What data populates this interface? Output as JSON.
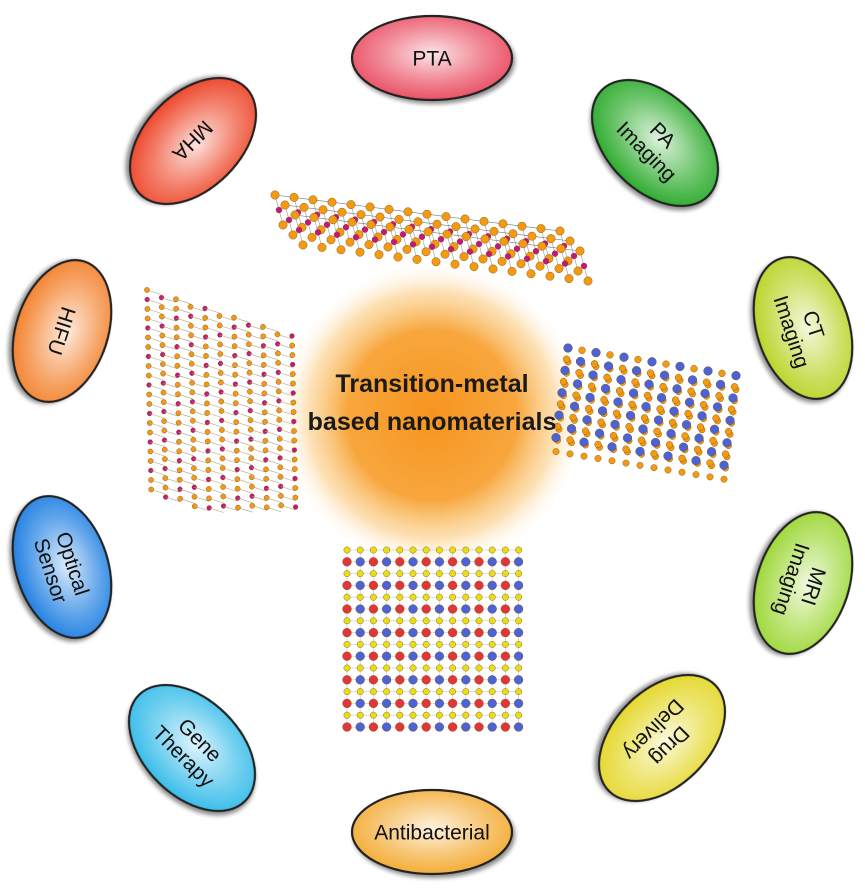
{
  "center": {
    "line1": "Transition-metal",
    "line2": "based nanomaterials"
  },
  "applications": [
    {
      "id": "pta",
      "lines": [
        "PTA"
      ],
      "color": "#e8455a"
    },
    {
      "id": "pa-imaging",
      "lines": [
        "PA",
        "Imaging"
      ],
      "color": "#1fa51f"
    },
    {
      "id": "ct-imaging",
      "lines": [
        "CT",
        "Imaging"
      ],
      "color": "#b7d11b"
    },
    {
      "id": "mri-imaging",
      "lines": [
        "MRI",
        "Imaging"
      ],
      "color": "#98d52c"
    },
    {
      "id": "drug-delivery",
      "lines": [
        "Drug",
        "Delivery"
      ],
      "color": "#e3d51f"
    },
    {
      "id": "antibacterial",
      "lines": [
        "Antibacterial"
      ],
      "color": "#f3a72a"
    },
    {
      "id": "gene-therapy",
      "lines": [
        "Gene",
        "Therapy"
      ],
      "color": "#2bb8e8"
    },
    {
      "id": "optical-sensor",
      "lines": [
        "Optical",
        "Sensor"
      ],
      "color": "#1277e0"
    },
    {
      "id": "hifu",
      "lines": [
        "HIFU"
      ],
      "color": "#f27a22"
    },
    {
      "id": "mha",
      "lines": [
        "MHA"
      ],
      "color": "#ec3b1d"
    }
  ],
  "structure_colors": {
    "orange_atom": "#f39a12",
    "magenta_atom": "#c2187e",
    "blue_atom": "#4c63d6",
    "red_atom": "#e0363a",
    "yellow_atom": "#e9dd17",
    "glow": "#f7941d"
  }
}
